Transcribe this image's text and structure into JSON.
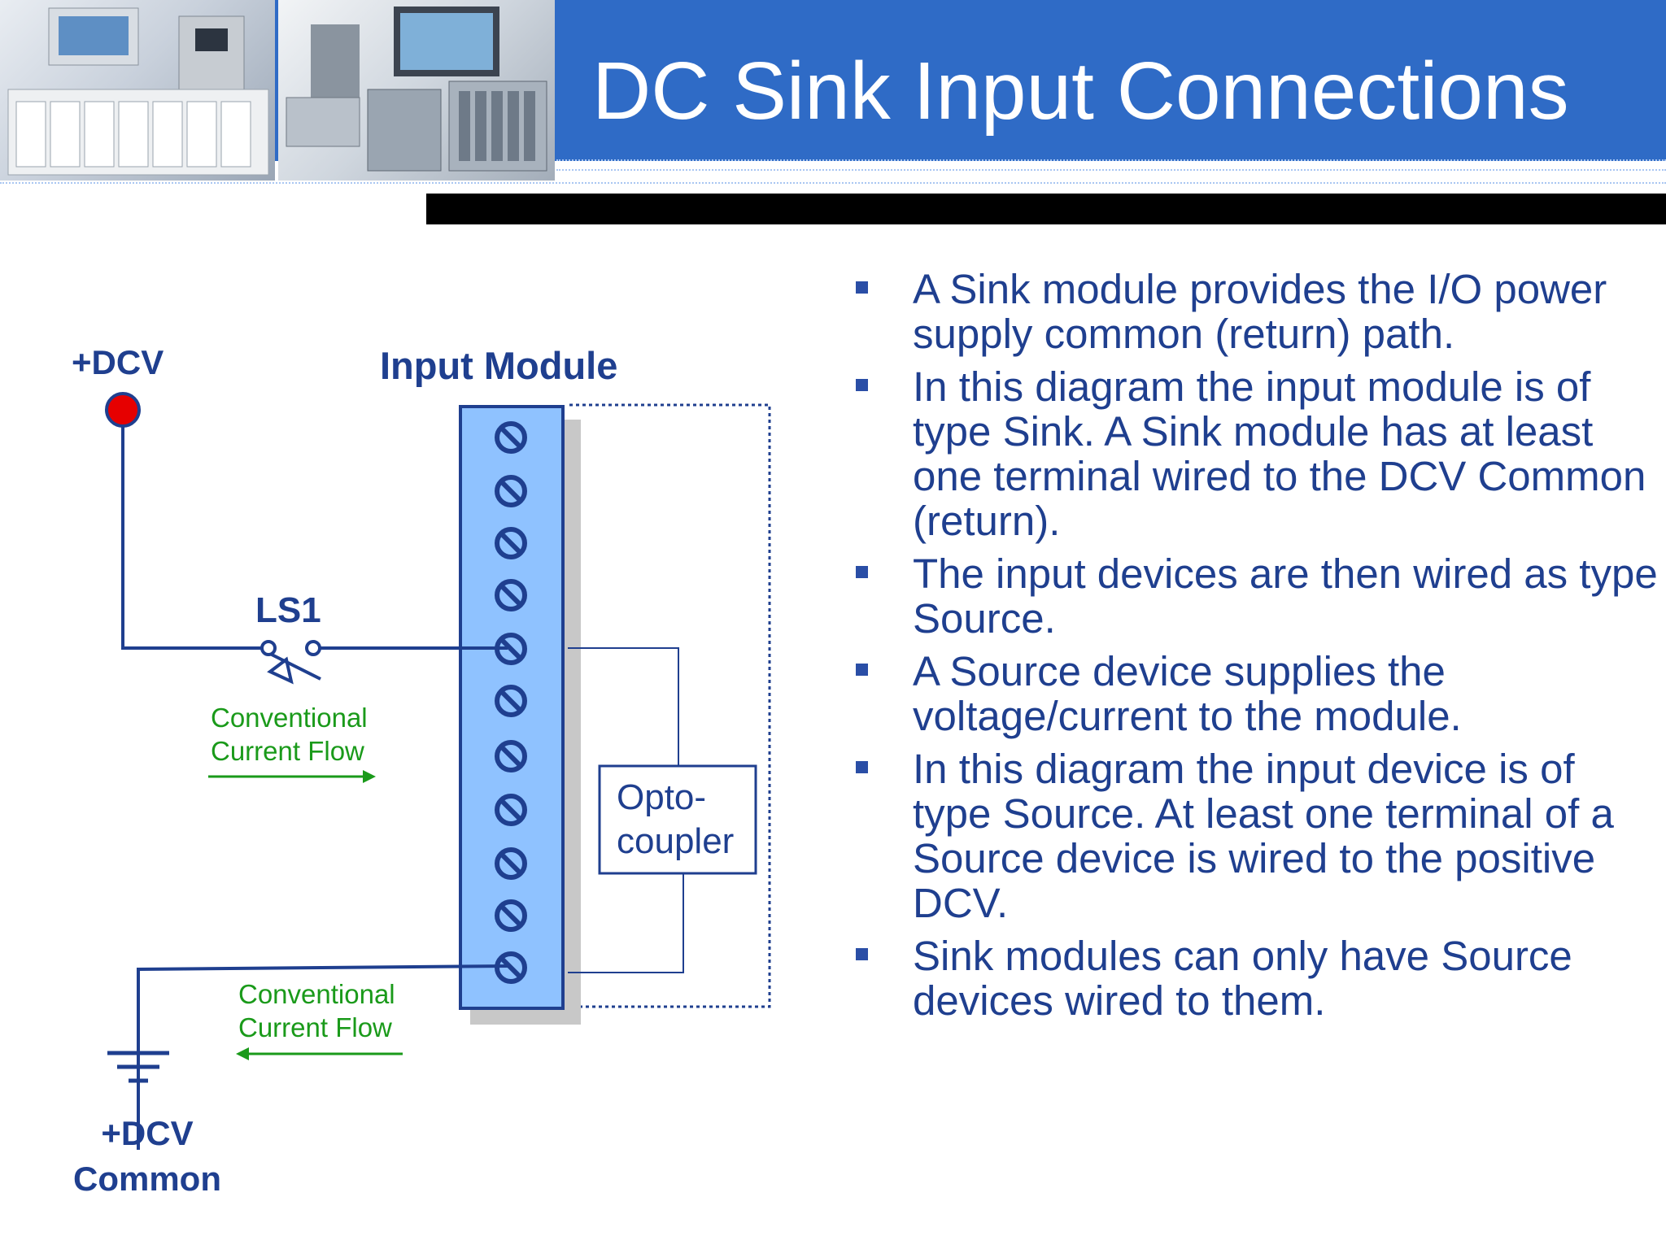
{
  "slide": {
    "title": "DC Sink Input Connections",
    "colors": {
      "header_blue": "#2f6bc6",
      "text_blue": "#1f3f8f",
      "flow_green": "#1a9a1a",
      "terminal_fill": "#8fc2ff",
      "supply_dot": "#e60000"
    }
  },
  "bullets": [
    "A Sink module provides the I/O power supply common (return) path.",
    "In this diagram the input module is of type Sink. A Sink module has at least one terminal wired to the DCV Common (return).",
    "The input devices are then wired as type Source.",
    "A Source device supplies the voltage/current to the module.",
    "In this diagram the input device is of type Source. At least one terminal of a Source device is wired to the positive DCV.",
    "Sink modules can only have Source devices wired to them."
  ],
  "diagram": {
    "supply_label": "+DCV",
    "module_label": "Input Module",
    "switch_label": "LS1",
    "flow_top": {
      "line1": "Conventional",
      "line2": "Current Flow"
    },
    "flow_bottom": {
      "line1": "Conventional",
      "line2": "Current Flow"
    },
    "opto": {
      "line1": "Opto-",
      "line2": "coupler"
    },
    "common": {
      "line1": "+DCV",
      "line2": "Common"
    },
    "terminal_icon": "screw-terminal-icon",
    "ground_icon": "ground-icon"
  }
}
